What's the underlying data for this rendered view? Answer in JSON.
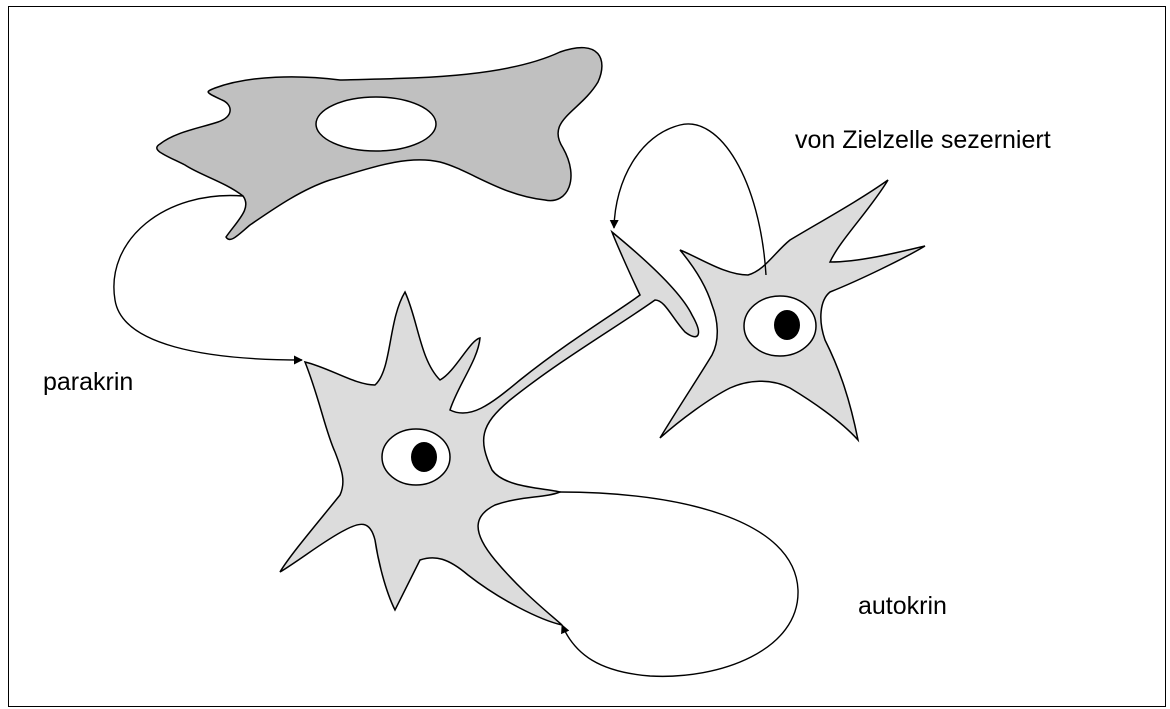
{
  "labels": {
    "secreted_by_target": "von Zielzelle sezerniert",
    "paracrine": "parakrin",
    "autocrine": "autokrin"
  },
  "colors": {
    "source_cell_fill": "#c0c0c0",
    "target_cell_fill": "#dcdcdc",
    "outline": "#000000",
    "nucleus_fill": "#ffffff",
    "nucleolus_fill": "#000000",
    "background": "#ffffff"
  }
}
